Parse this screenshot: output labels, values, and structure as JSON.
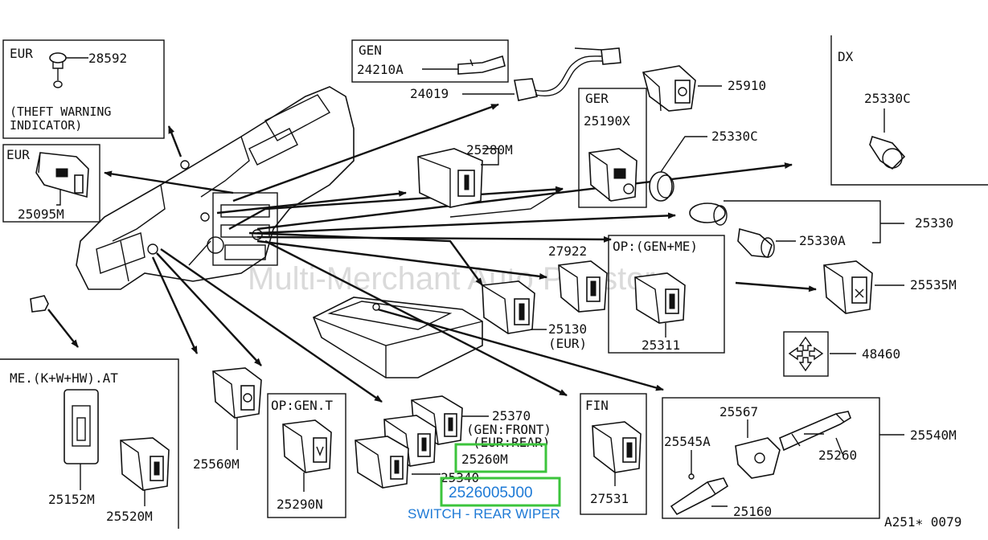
{
  "watermark": "Multi-Merchant Auto Partstore",
  "diagram_code": "A251∗ 0079",
  "highlight": {
    "part_number": "2526005J00",
    "description": "SWITCH - REAR WIPER",
    "ref": "25260M"
  },
  "boxes": {
    "eur_theft": {
      "title": "EUR",
      "part": "28592",
      "note_line1": "(THEFT WARNING",
      "note_line2": "INDICATOR)"
    },
    "eur_switch": {
      "title": "EUR",
      "part": "25095M"
    },
    "gen": {
      "title": "GEN",
      "part": "24210A"
    },
    "ger": {
      "title": "GER",
      "part": "25190X"
    },
    "dx": {
      "title": "DX",
      "part": "25330C"
    },
    "op_gen_me": {
      "title": "OP:(GEN+ME)",
      "part": "25311"
    },
    "me_at": {
      "title": "ME.(K+W+HW).AT",
      "part_a": "25152M",
      "part_b": "25520M"
    },
    "op_gent": {
      "title": "OP:GEN.T",
      "part": "25290N"
    },
    "fin": {
      "title": "FIN",
      "part": "27531"
    },
    "stalk": {
      "part_a": "25567",
      "part_b": "25545A",
      "part_c": "25260",
      "part_d": "25160"
    }
  },
  "labels": {
    "l24019": "24019",
    "l25910": "25910",
    "l25280M": "25280M",
    "l25330C": "25330C",
    "l25330": "25330",
    "l25330A": "25330A",
    "l27922": "27922",
    "l25130": "25130",
    "l25130_note": "(EUR)",
    "l25535M": "25535M",
    "l48460": "48460",
    "l25540M": "25540M",
    "l25370": "25370",
    "l25370_note1": "(GEN:FRONT)",
    "l25370_note2": "(EUR:REAR)",
    "l25340": "25340",
    "l25560M": "25560M"
  }
}
